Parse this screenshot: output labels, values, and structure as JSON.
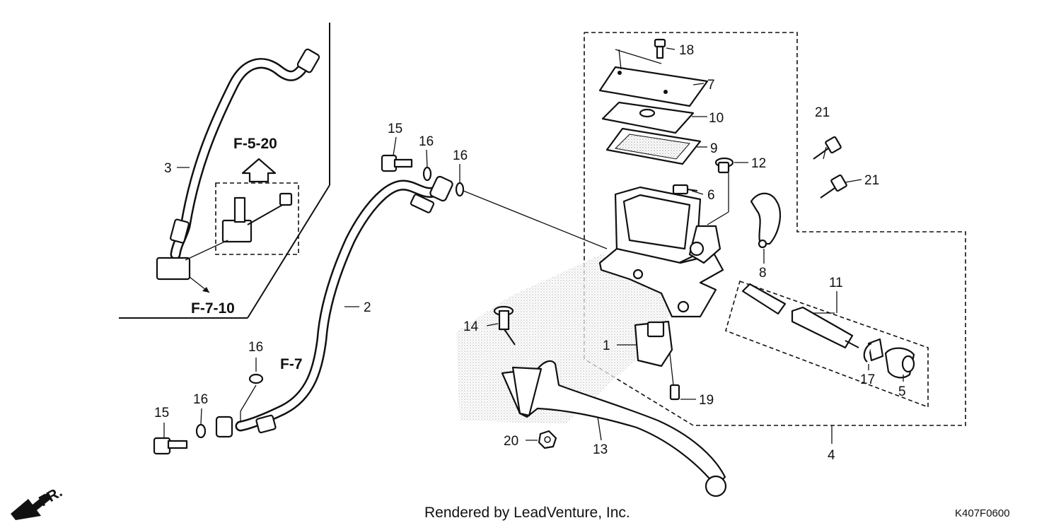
{
  "callouts": {
    "c1": "1",
    "c2": "2",
    "c3": "3",
    "c4": "4",
    "c5": "5",
    "c6": "6",
    "c7": "7",
    "c8": "8",
    "c9": "9",
    "c10": "10",
    "c11": "11",
    "c12": "12",
    "c13": "13",
    "c14": "14",
    "c15a": "15",
    "c15b": "15",
    "c16a": "16",
    "c16b": "16",
    "c16c": "16",
    "c16d": "16",
    "c17": "17",
    "c18": "18",
    "c19": "19",
    "c20": "20",
    "c21a": "21",
    "c21b": "21"
  },
  "references": {
    "f520": "F-5-20",
    "f710": "F-7-10",
    "f7": "F-7",
    "fr": "FR."
  },
  "footer": {
    "credit": "Rendered by LeadVenture, Inc.",
    "code": "K407F0600"
  }
}
